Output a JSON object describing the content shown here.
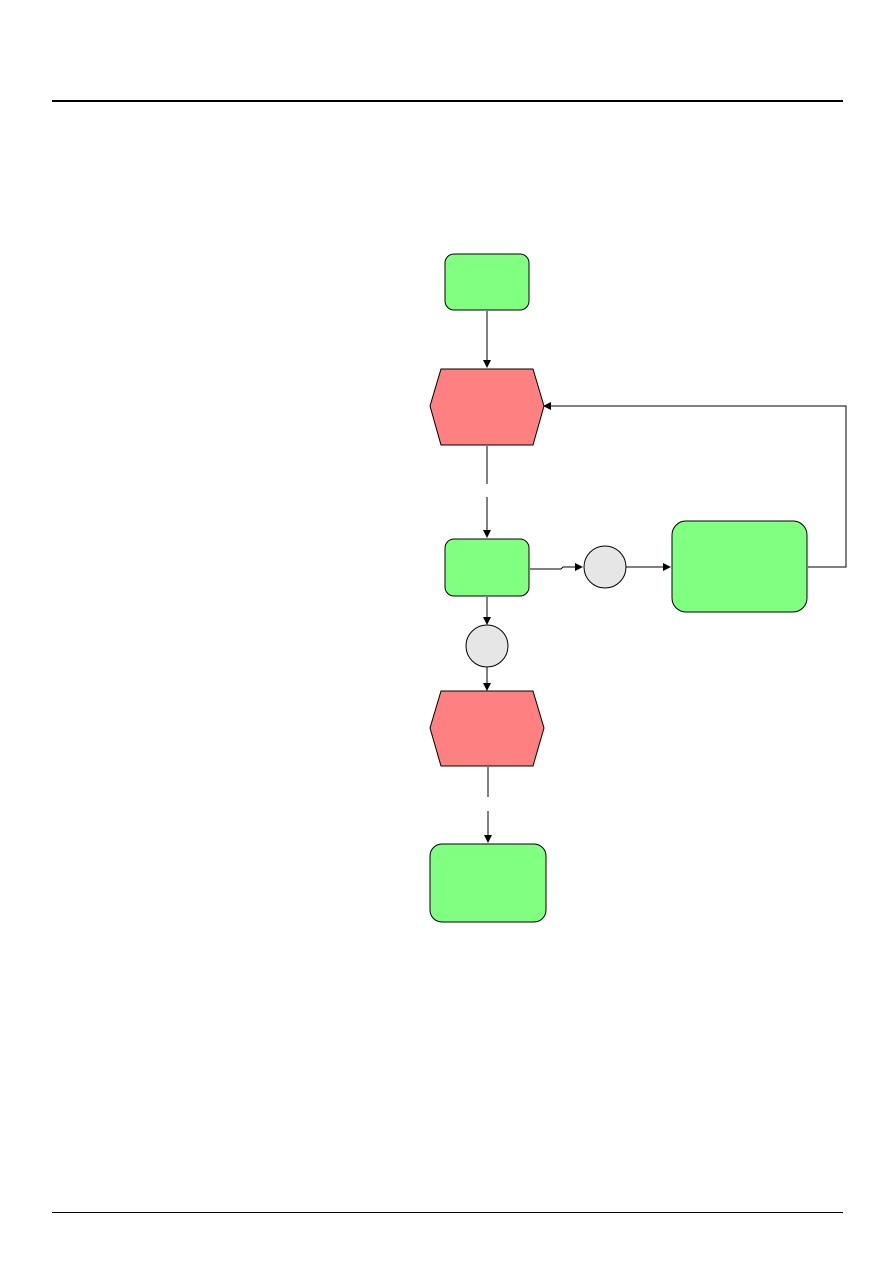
{
  "colors": {
    "function_fill": "#80ff80",
    "event_fill": "#ff8080",
    "connector_fill": "#e6e6e6",
    "stroke": "#000000",
    "page_rule": "#000000"
  },
  "diagram": {
    "type": "EPC process flow",
    "shapes": [
      {
        "id": "start-function",
        "kind": "function",
        "label": ""
      },
      {
        "id": "event-1",
        "kind": "event",
        "label": ""
      },
      {
        "id": "function-2",
        "kind": "function",
        "label": ""
      },
      {
        "id": "connector-right",
        "kind": "connector",
        "label": ""
      },
      {
        "id": "function-loop",
        "kind": "function",
        "label": ""
      },
      {
        "id": "connector-down",
        "kind": "connector",
        "label": ""
      },
      {
        "id": "event-2",
        "kind": "event",
        "label": ""
      },
      {
        "id": "end-function",
        "kind": "function",
        "label": ""
      }
    ],
    "edges": [
      {
        "from": "start-function",
        "to": "event-1"
      },
      {
        "from": "event-1",
        "to": "function-2"
      },
      {
        "from": "function-2",
        "to": "connector-right"
      },
      {
        "from": "connector-right",
        "to": "function-loop"
      },
      {
        "from": "function-loop",
        "to": "event-1"
      },
      {
        "from": "function-2",
        "to": "connector-down"
      },
      {
        "from": "connector-down",
        "to": "event-2"
      },
      {
        "from": "event-2",
        "to": "end-function"
      }
    ]
  }
}
